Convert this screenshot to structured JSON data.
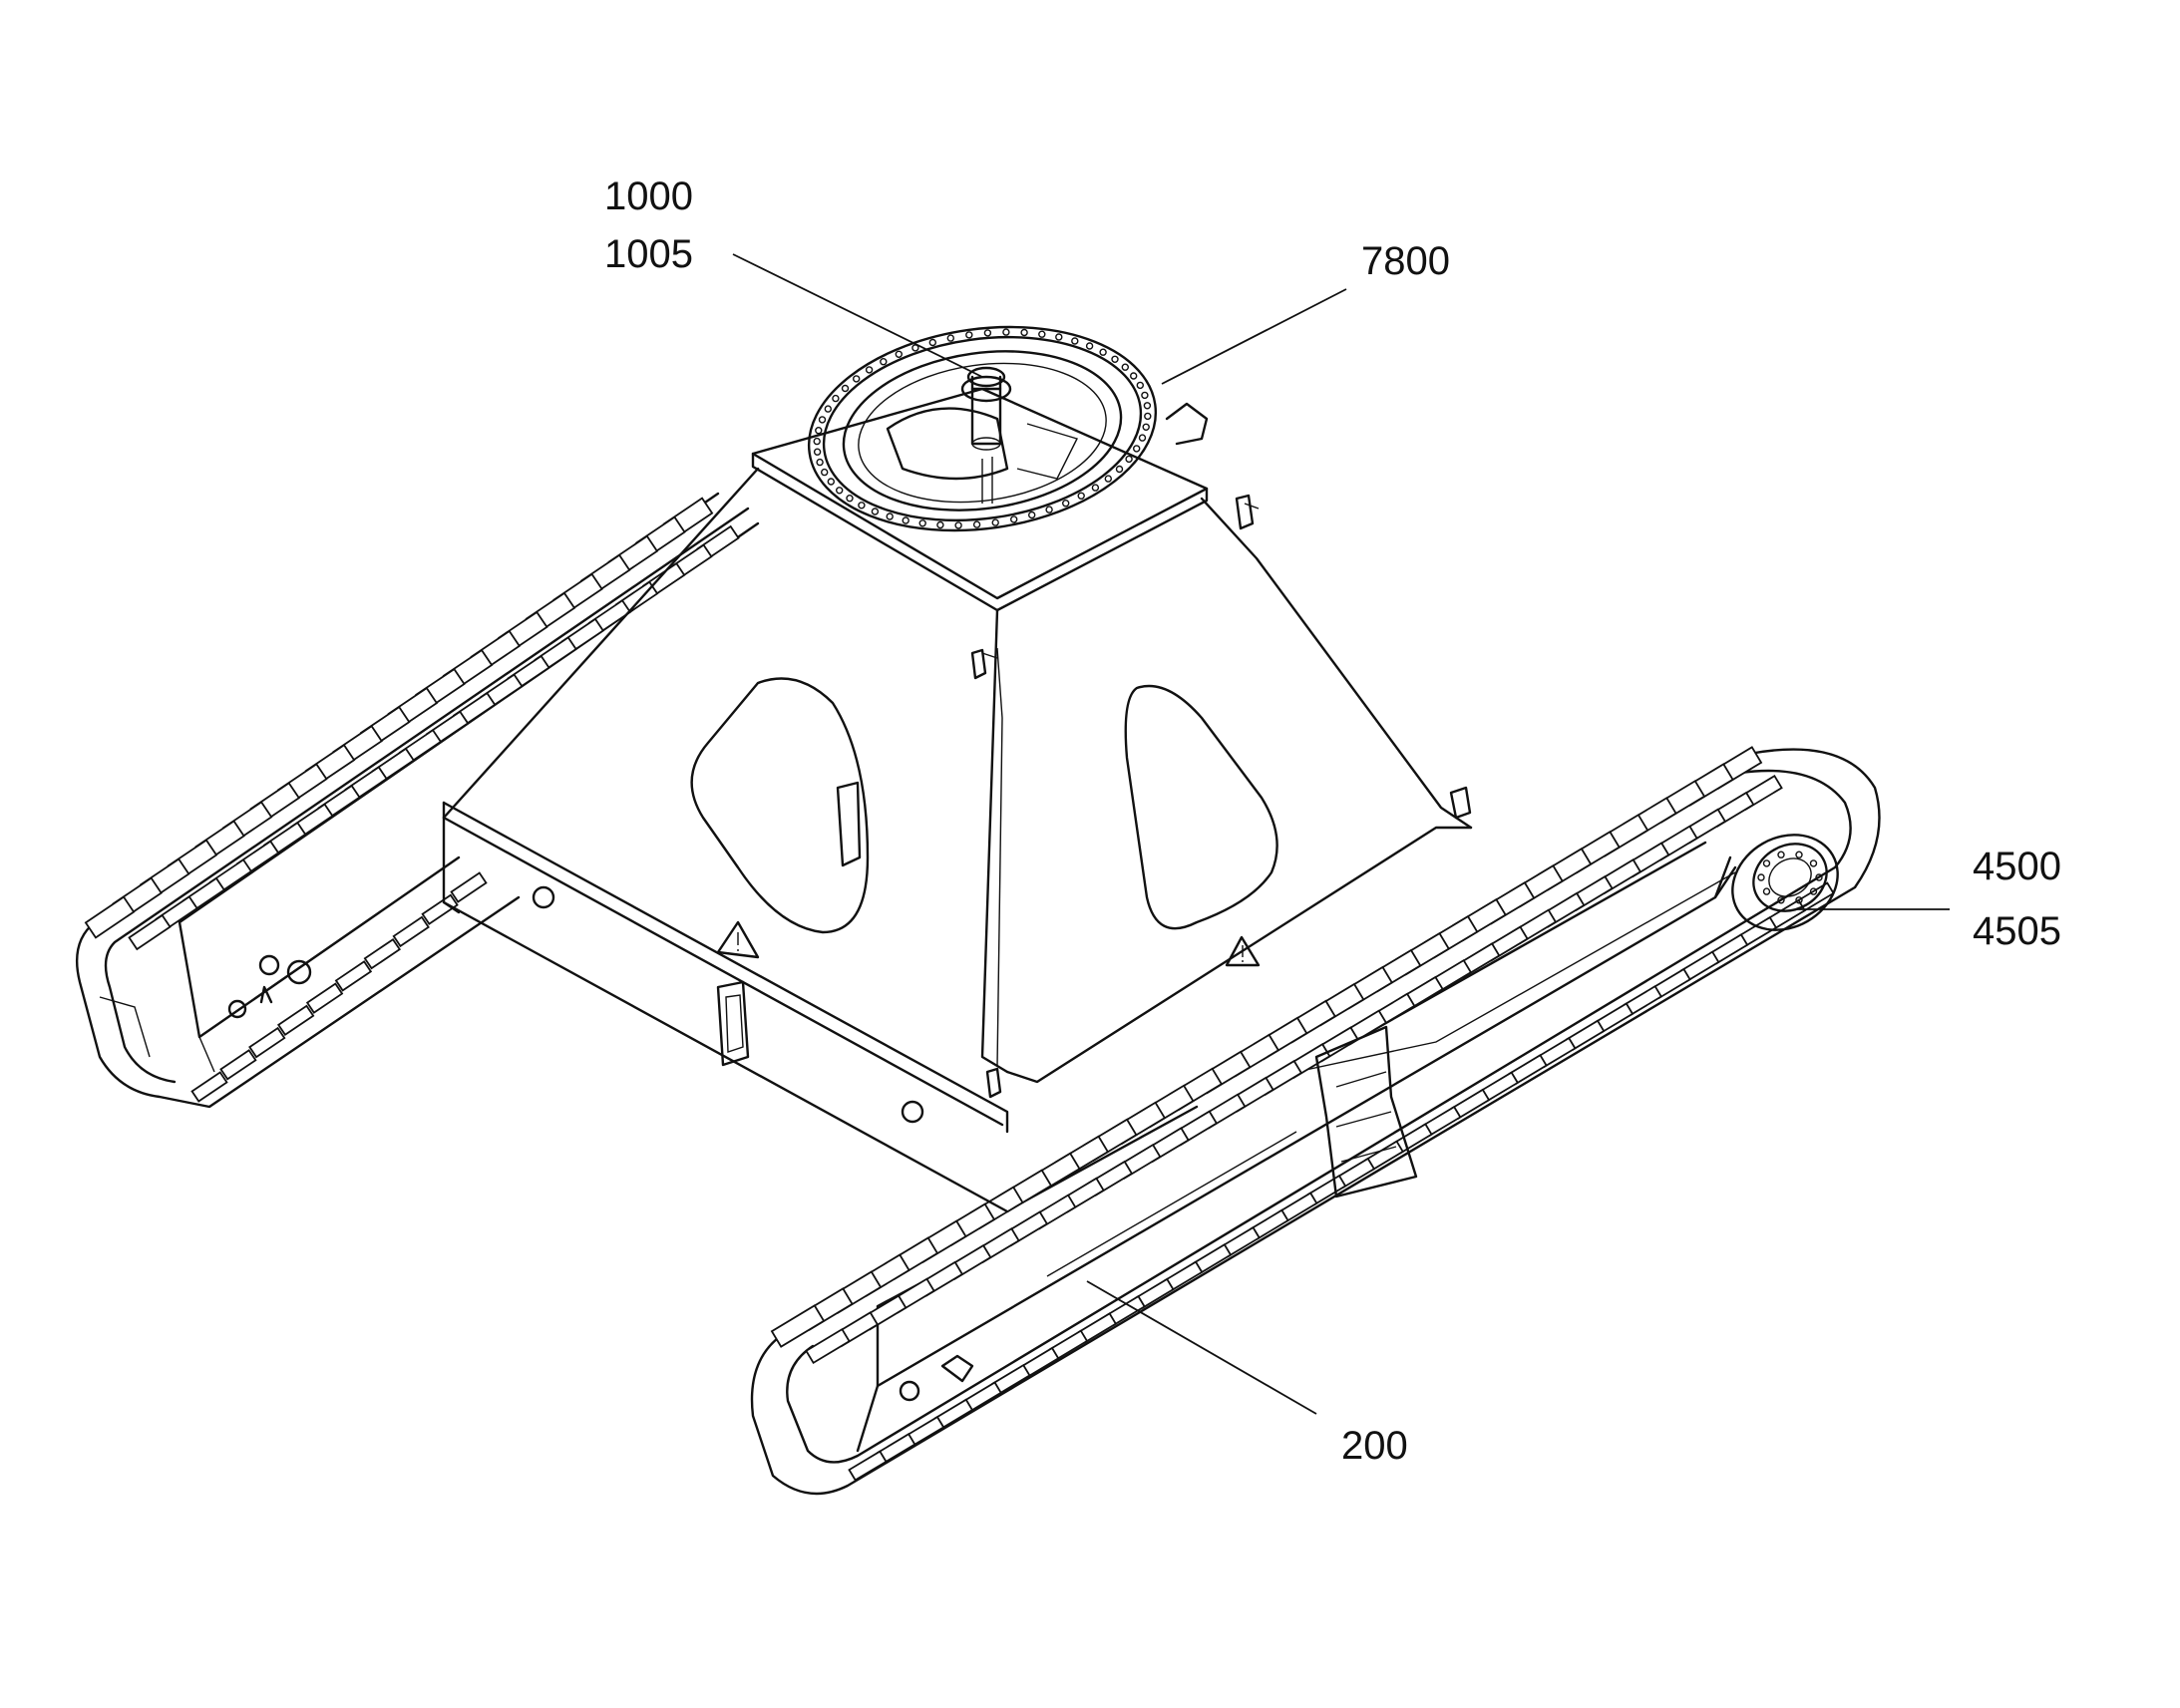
{
  "callouts": [
    {
      "id": "c1000",
      "label": "1000"
    },
    {
      "id": "c1005",
      "label": "1005"
    },
    {
      "id": "c7800",
      "label": "7800"
    },
    {
      "id": "c4500",
      "label": "4500"
    },
    {
      "id": "c4505",
      "label": "4505"
    },
    {
      "id": "c200",
      "label": "200"
    }
  ],
  "warning_symbol": "warning-triangle-icon"
}
